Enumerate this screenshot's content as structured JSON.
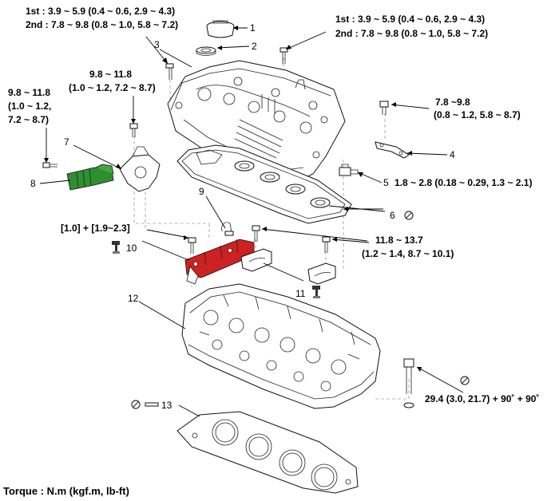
{
  "callouts": [
    {
      "n": "1"
    },
    {
      "n": "2"
    },
    {
      "n": "3"
    },
    {
      "n": "4"
    },
    {
      "n": "5"
    },
    {
      "n": "6"
    },
    {
      "n": "7"
    },
    {
      "n": "8"
    },
    {
      "n": "9"
    },
    {
      "n": "10"
    },
    {
      "n": "11"
    },
    {
      "n": "12"
    },
    {
      "n": "13"
    }
  ],
  "torque": {
    "bolt3_line1": "1st  : 3.9 ~ 5.9 (0.4 ~ 0.6, 2.9 ~ 4.3)",
    "bolt3_line2": "2nd : 7.8 ~ 9.8 (0.8 ~ 1.0, 5.8 ~ 7.2)",
    "right_line1": "1st  : 3.9 ~ 5.9 (0.4 ~ 0.6, 2.9 ~ 4.3)",
    "right_line2": "2nd : 7.8 ~ 9.8 (0.8 ~ 1.0, 5.8 ~ 7.2)",
    "bolt7_line1": "9.8 ~ 11.8",
    "bolt7_line2": "(1.0 ~ 1.2, 7.2 ~ 8.7)",
    "bolt8_line1": "9.8 ~ 11.8",
    "bolt8_line2": "(1.0 ~ 1.2,",
    "bolt8_line3": "7.2 ~ 8.7)",
    "bracket4_line1": "7.8 ~9.8",
    "bracket4_line2": "(0.8 ~ 1.2, 5.8 ~ 8.7)",
    "sensor5": "1.8 ~ 2.8 (0.18 ~ 0.29, 1.3 ~ 2.1)",
    "cap10": "[1.0] + [1.9~2.3]",
    "cap11_line1": "11.8 ~ 13.7",
    "cap11_line2": "(1.2 ~ 1.4, 8.7 ~ 10.1)",
    "head_bolt": "29.4 (3.0, 21.7) + 90˚ + 90˚"
  },
  "footer": "Torque : N.m (kgf.m, lb-ft)",
  "colors": {
    "solenoid": "#2f8f2f",
    "bearing_cap": "#cc2222"
  },
  "icons": [
    "no-reuse-icon",
    "hammer-tap-icon"
  ]
}
